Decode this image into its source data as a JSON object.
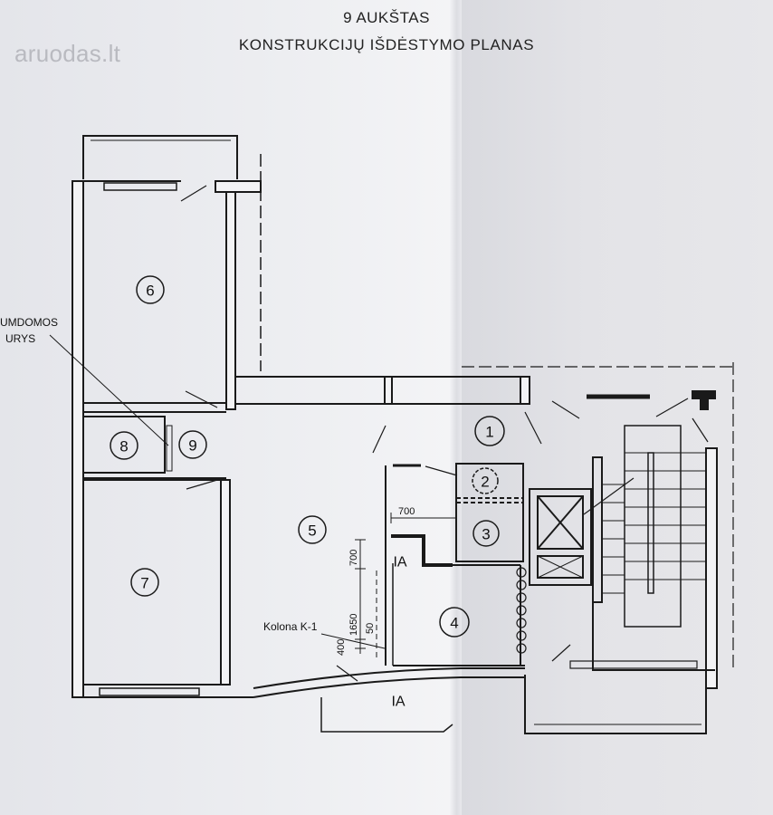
{
  "title": {
    "line1": "9 AUKŠTAS",
    "line2": "KONSTRUKCIJŲ IŠDĖSTYMO PLANAS"
  },
  "watermark": "aruodas.lt",
  "rooms": {
    "r1": "1",
    "r2": "2",
    "r3": "3",
    "r4": "4",
    "r5": "5",
    "r6": "6",
    "r7": "7",
    "r8": "8",
    "r9": "9"
  },
  "zones": {
    "ia_inner": "IA",
    "ia_outer": "IA"
  },
  "dimensions": {
    "d700_h": "700",
    "d700_v": "700",
    "d1650": "1650",
    "d50": "50",
    "d400": "400"
  },
  "labels": {
    "column": "Kolona K-1",
    "note_line1": "UMDOMOS",
    "note_line2": "URYS"
  }
}
